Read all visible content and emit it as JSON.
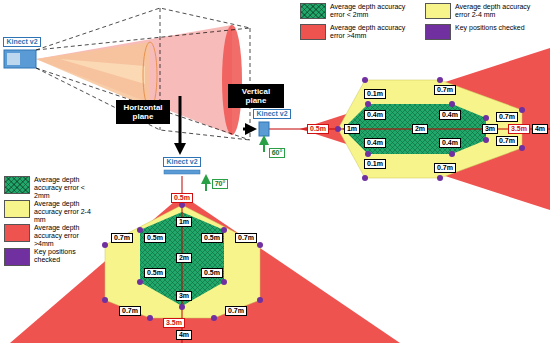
{
  "diagram": {
    "nodes": [
      {
        "text": [
          "Vertical plane"
        ]
      },
      {
        "text": [
          "Horizontal plane"
        ]
      }
    ],
    "labels": [
      "Kinect v2",
      "Kinect v2",
      "0.5m",
      "60°",
      "1m",
      "0.1m",
      "0.4m",
      "0.4m",
      "0.1m",
      "2m",
      "0.7m",
      "0.4m",
      "0.4m",
      "0.7m",
      "3m",
      "0.7m",
      "0.7m",
      "3.5m",
      "4m",
      "Kinect v2",
      "70°",
      "0.5m",
      "1m",
      "0.7m",
      "0.5m",
      "0.5m",
      "0.7m",
      "2m",
      "0.5m",
      "0.5m",
      "3m",
      "0.7m",
      "0.7m",
      "3.5m",
      "4m"
    ],
    "legend": [
      {
        "text": "Average depth accuracy error < 2mm",
        "color": "#22a86a"
      },
      {
        "text": "Average depth accuracy error 2-4 mm",
        "color": "#f7f48b"
      },
      {
        "text": "Average depth accuracy error >4mm",
        "color": "#ee5350"
      },
      {
        "text": "Key positions checked",
        "color": "#7030a0"
      },
      {
        "text": "Average depth accuracy error < 2mm",
        "color": "#22a86a"
      },
      {
        "text": "Average depth accuracy error 2-4 mm",
        "color": "#f7f48b"
      },
      {
        "text": "Average depth accuracy error >4mm",
        "color": "#ee5350"
      },
      {
        "text": "Key positions checked",
        "color": "#7030a0"
      }
    ]
  }
}
